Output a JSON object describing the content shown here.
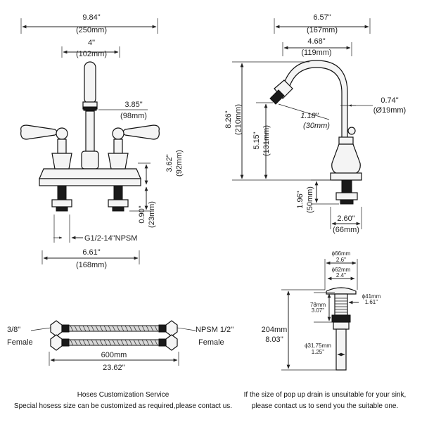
{
  "front_view": {
    "overall_width_in": "9.84\"",
    "overall_width_mm": "(250mm)",
    "center_spread_in": "4\"",
    "center_spread_mm": "(102mm)",
    "spout_height_in": "3.85\"",
    "spout_height_mm": "(98mm)",
    "body_height_in": "3.62\"",
    "body_height_mm": "(92mm)",
    "shank_in": "0.90\"",
    "shank_mm": "(23mm)",
    "thread_spec": "G1/2-14\"NPSM",
    "base_width_in": "6.61\"",
    "base_width_mm": "(168mm)"
  },
  "side_view": {
    "reach_in": "6.57\"",
    "reach_mm": "(167mm)",
    "gooseneck_in": "4.68\"",
    "gooseneck_mm": "(119mm)",
    "total_height_in": "8.26\"",
    "total_height_mm": "(210mm)",
    "spout_outlet_in": "5.15\"",
    "spout_outlet_mm": "(131mm)",
    "aerator_in": "1.18\"",
    "aerator_mm": "(30mm)",
    "spout_dia_in": "0.74\"",
    "spout_dia_mm": "(Ø19mm)",
    "shank_len_in": "1.96\"",
    "shank_len_mm": "(50mm)",
    "base_dia_in": "2.60\"",
    "base_dia_mm": "(66mm)"
  },
  "hose": {
    "left_size": "3/8\"",
    "left_type": "Female",
    "right_size": "NPSM 1/2''",
    "right_type": "Female",
    "length_mm": "600mm",
    "length_in": "23.62''",
    "caption_title": "Hoses Customization Service",
    "caption_text": "Special hosess size can be customized as required,please contact us."
  },
  "drain": {
    "top_dia_mm": "ϕ66mm",
    "top_dia_in": "2.6''",
    "flange_dia_mm": "ϕ62mm",
    "flange_dia_in": "2.4''",
    "body_dia_mm": "ϕ41mm",
    "body_dia_in": "1.61''",
    "upper_len_mm": "78mm",
    "upper_len_in": "3.07''",
    "total_len_mm": "204mm",
    "total_len_in": "8.03''",
    "tail_dia_mm": "ϕ31.75mm",
    "tail_dia_in": "1.25''",
    "caption_line1": "If the size of pop up drain is unsuitable for your sink,",
    "caption_line2": "please contact us to send you the suitable one."
  }
}
